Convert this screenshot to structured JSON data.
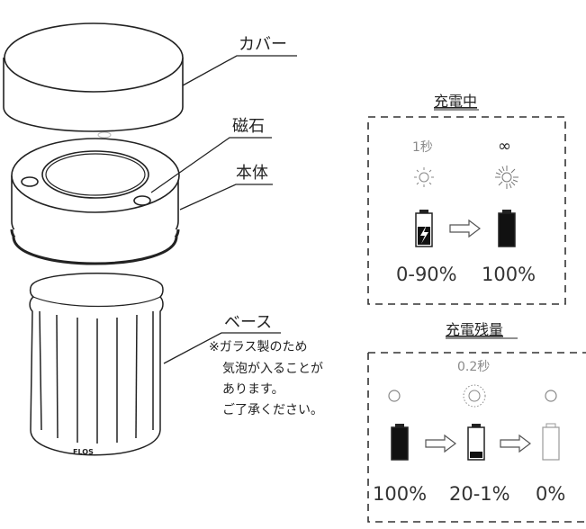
{
  "callouts": {
    "cover": "カバー",
    "magnet": "磁石",
    "body": "本体",
    "base": "ベース",
    "base_note": [
      "※ガラス製のため",
      "気泡が入ることが",
      "あります。",
      "ご了承ください。"
    ]
  },
  "charging": {
    "title": "充電中",
    "blink_interval": "1秒",
    "steady_symbol": "∞",
    "range_label": "0-90%",
    "full_label": "100%",
    "from_level": 0.6,
    "to_level": 1.0
  },
  "remaining": {
    "title": "充電残量",
    "blink_interval": "0.2秒",
    "labels": [
      "100%",
      "20-1%",
      "0%"
    ],
    "levels": [
      1.0,
      0.2,
      0.0
    ]
  },
  "base_logo": "FLOS",
  "colors": {
    "line": "#222222",
    "fill_dark": "#111111",
    "dashed": "#333333",
    "light": "#9a9a9a"
  }
}
